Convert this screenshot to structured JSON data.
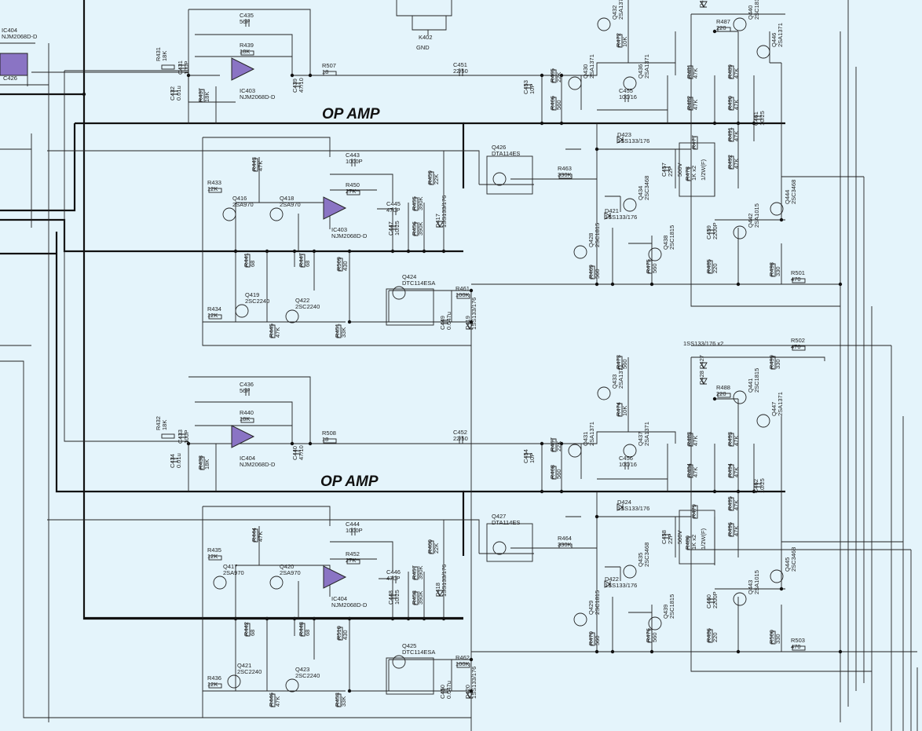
{
  "headings": [
    "OP AMP",
    "OP AMP"
  ],
  "colors": {
    "background": "#e4f4fb",
    "opamp_fill": "#8a74c4",
    "wire": "#222222"
  },
  "misc_labels": {
    "gnd": "GND",
    "k402": "K402",
    "ic404_top": "IC404",
    "ic404_top_part": "NJM2068D-D",
    "c426": "C426",
    "d_pair": "1SS133/176 x2"
  },
  "components": {
    "c435": [
      "C435",
      "56P"
    ],
    "c436": [
      "C436",
      "56P"
    ],
    "r439": [
      "R439",
      "18K"
    ],
    "r440": [
      "R440",
      "18K"
    ],
    "r431": [
      "R431",
      "18K"
    ],
    "r432": [
      "R432",
      "18K"
    ],
    "c431": [
      "C431",
      "100P"
    ],
    "c433": [
      "C433",
      "100P"
    ],
    "c432": [
      "C432",
      "0.01u"
    ],
    "c434": [
      "C434",
      "0.01u"
    ],
    "r437": [
      "R437",
      "18K"
    ],
    "r438": [
      "R438",
      "18K"
    ],
    "ic403a": [
      "IC403",
      "NJM2068D-D"
    ],
    "ic404a": [
      "IC404",
      "NJM2068D-D"
    ],
    "c439": [
      "C439",
      "47/10"
    ],
    "c440": [
      "C440",
      "47/10"
    ],
    "r507": [
      "R507",
      "18"
    ],
    "r508": [
      "R508",
      "18"
    ],
    "c451": [
      "C451",
      "22/50"
    ],
    "c452": [
      "C452",
      "22/50"
    ],
    "c453": [
      "C453",
      "10P"
    ],
    "c454": [
      "C454",
      "10P"
    ],
    "r465": [
      "R465",
      "22K"
    ],
    "r467": [
      "R467",
      "22K"
    ],
    "r466": [
      "R466",
      "560"
    ],
    "r468": [
      "R468",
      "560"
    ],
    "q430": [
      "Q430",
      "2SA1371"
    ],
    "q431": [
      "Q431",
      "2SA1371"
    ],
    "q436": [
      "Q436",
      "2SA1371"
    ],
    "q437": [
      "Q437",
      "2SA1371"
    ],
    "c455": [
      "C455",
      "100/16"
    ],
    "c456": [
      "C456",
      "100/16"
    ],
    "q432": [
      "Q432",
      "2SA1371"
    ],
    "q433": [
      "Q433",
      "2SA1371"
    ],
    "r472": [
      "R472",
      "10K"
    ],
    "r474": [
      "R474",
      "10K"
    ],
    "d426": [
      "D426",
      ""
    ],
    "d427": [
      "D427",
      ""
    ],
    "d428": [
      "D428",
      ""
    ],
    "r487": [
      "R487",
      "220"
    ],
    "r488": [
      "R488",
      "220"
    ],
    "q440": [
      "Q440",
      "2SC1815"
    ],
    "q441": [
      "Q441",
      "2SC1815"
    ],
    "q446": [
      "Q446",
      "2SA1371"
    ],
    "q447": [
      "Q447",
      "2SA1371"
    ],
    "r481": [
      "R481",
      "47K"
    ],
    "r483": [
      "R483",
      "47K"
    ],
    "r489": [
      "R489",
      "47K"
    ],
    "r493": [
      "R493",
      "47K"
    ],
    "r482": [
      "R482",
      "47K"
    ],
    "r484": [
      "R484",
      "47K"
    ],
    "r490": [
      "R490",
      "47K"
    ],
    "r494": [
      "R494",
      "47K"
    ],
    "c461": [
      "C461",
      "10/25"
    ],
    "c462": [
      "C462",
      "10/25"
    ],
    "d423": [
      "D423",
      "1SS133/176"
    ],
    "d424": [
      "D424",
      "1SS133/176"
    ],
    "c457": [
      "C457",
      "22P"
    ],
    "c458": [
      "C458",
      "22P"
    ],
    "v500a": [
      "500V",
      ""
    ],
    "v500b": [
      "500V",
      ""
    ],
    "r477": [
      "R477",
      ""
    ],
    "r479": [
      "R479",
      ""
    ],
    "r478": [
      "R478",
      "1K x2"
    ],
    "r480": [
      "R480",
      "1K x2"
    ],
    "w1": [
      "1/2W(F)",
      ""
    ],
    "w2": [
      "1/2W(F)",
      ""
    ],
    "r491": [
      "R491",
      "47K"
    ],
    "r495": [
      "R495",
      "47K"
    ],
    "r492": [
      "R492",
      "47K"
    ],
    "r496": [
      "R496",
      "47K"
    ],
    "q426": [
      "Q426",
      "DTA114ES"
    ],
    "q427": [
      "Q427",
      "DTA114ES"
    ],
    "r463": [
      "R463",
      "330K"
    ],
    "r464": [
      "R464",
      "330K"
    ],
    "q434": [
      "Q434",
      "2SC3468"
    ],
    "q435": [
      "Q435",
      "2SC3468"
    ],
    "d421": [
      "D421",
      "1SS133/176"
    ],
    "d422": [
      "D422",
      "1SS133/176"
    ],
    "q444": [
      "Q444",
      "2SC3468"
    ],
    "q445": [
      "Q445",
      "2SC3468"
    ],
    "q442": [
      "Q442",
      "2SA1015"
    ],
    "q443": [
      "Q443",
      "2SA1015"
    ],
    "q428": [
      "Q428",
      "2SC1815"
    ],
    "q429": [
      "Q429",
      "2SC1815"
    ],
    "q438": [
      "Q438",
      "2SC1815"
    ],
    "q439": [
      "Q439",
      "2SC1815"
    ],
    "c459": [
      "C459",
      "2200P"
    ],
    "c460": [
      "C460",
      "2200P"
    ],
    "r469": [
      "R469",
      "560"
    ],
    "r470": [
      "R470",
      "560"
    ],
    "r475": [
      "R475",
      "560"
    ],
    "r476": [
      "R476",
      "560"
    ],
    "r485": [
      "R485",
      "220"
    ],
    "r486": [
      "R486",
      "220"
    ],
    "r498": [
      "R498",
      "330"
    ],
    "r500": [
      "R500",
      "330"
    ],
    "r501": [
      "R501",
      "470"
    ],
    "r502": [
      "R502",
      "470"
    ],
    "r503": [
      "R503",
      "470"
    ],
    "r473": [
      "R473",
      "560"
    ],
    "r499": [
      "R499",
      "330"
    ],
    "c443": [
      "C443",
      "1000P"
    ],
    "c444": [
      "C444",
      "1000P"
    ],
    "r450": [
      "R450",
      "27K"
    ],
    "r452": [
      "R452",
      "27K"
    ],
    "r433": [
      "R433",
      "12K"
    ],
    "r435": [
      "R435",
      "12K"
    ],
    "r443": [
      "R443",
      "47K"
    ],
    "r444": [
      "R444",
      "47K"
    ],
    "q416": [
      "Q416",
      "2SA970"
    ],
    "q417": [
      "Q417",
      "2SA970"
    ],
    "q418": [
      "Q418",
      "2SA970"
    ],
    "q420": [
      "Q420",
      "2SA970"
    ],
    "ic403b": [
      "IC403",
      "NJM2068D-D"
    ],
    "ic404b": [
      "IC404",
      "NJM2068D-D"
    ],
    "c445": [
      "C445",
      "470P"
    ],
    "c446": [
      "C446",
      "470P"
    ],
    "c447": [
      "C447",
      "10/25"
    ],
    "c448": [
      "C448",
      "10/25"
    ],
    "r459": [
      "R459",
      "22K"
    ],
    "r460": [
      "R460",
      "22K"
    ],
    "r455": [
      "R455",
      "390K"
    ],
    "r457": [
      "R457",
      "390K"
    ],
    "r456": [
      "R456",
      "390K"
    ],
    "r458": [
      "R458",
      "390K"
    ],
    "d417": [
      "D417",
      "1SS133/176"
    ],
    "d418": [
      "D418",
      "1SS133/176"
    ],
    "r441": [
      "R441",
      "68"
    ],
    "r442": [
      "R442",
      "68"
    ],
    "r447": [
      "R447",
      "68"
    ],
    "r448": [
      "R448",
      "68"
    ],
    "q419": [
      "Q419",
      "2SC2240"
    ],
    "q421": [
      "Q421",
      "2SC2240"
    ],
    "q422": [
      "Q422",
      "2SC2240"
    ],
    "q423": [
      "Q423",
      "2SC2240"
    ],
    "r509": [
      "R509",
      "430"
    ],
    "r510": [
      "R510",
      "430"
    ],
    "r434": [
      "R434",
      "12K"
    ],
    "r436": [
      "R436",
      "12K"
    ],
    "r445": [
      "R445",
      "47K"
    ],
    "r446": [
      "R446",
      "47K"
    ],
    "r451": [
      "R451",
      "33K"
    ],
    "r453": [
      "R453",
      "33K"
    ],
    "q424": [
      "Q424",
      "DTC114ESA"
    ],
    "q425": [
      "Q425",
      "DTC114ESA"
    ],
    "r461": [
      "R461",
      "100K"
    ],
    "r462": [
      "R462",
      "100K"
    ],
    "c449": [
      "C449",
      "0.047u"
    ],
    "c450": [
      "C450",
      "0.047u"
    ],
    "d419": [
      "D419",
      "1SS133/176"
    ],
    "d420": [
      "D420",
      "1SS133/176"
    ]
  }
}
